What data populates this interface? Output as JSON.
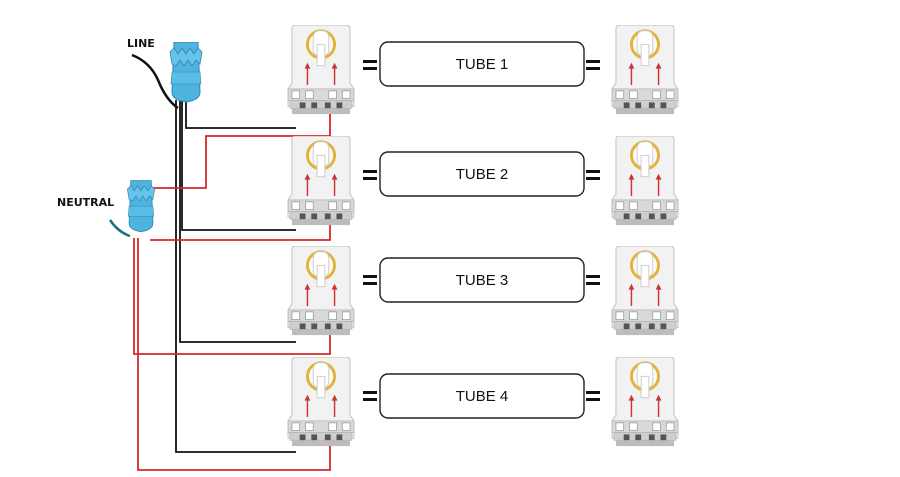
{
  "labels": {
    "line": "LINE",
    "neutral": "NEUTRAL"
  },
  "tubes": [
    {
      "label": "TUBE 1"
    },
    {
      "label": "TUBE 2"
    },
    {
      "label": "TUBE 3"
    },
    {
      "label": "TUBE 4"
    }
  ],
  "colors": {
    "line_wire": "#111111",
    "neutral_wire": "#d62828",
    "wire_nut": "#4fb3e0",
    "ground_wire": "#1f6f8b",
    "socket_body": "#f1f1f1",
    "socket_ring": "#e2b23b",
    "arrow": "#cc3333"
  },
  "icons": {
    "wire_nut": "wire-nut-icon",
    "socket": "tombstone-socket-icon"
  }
}
